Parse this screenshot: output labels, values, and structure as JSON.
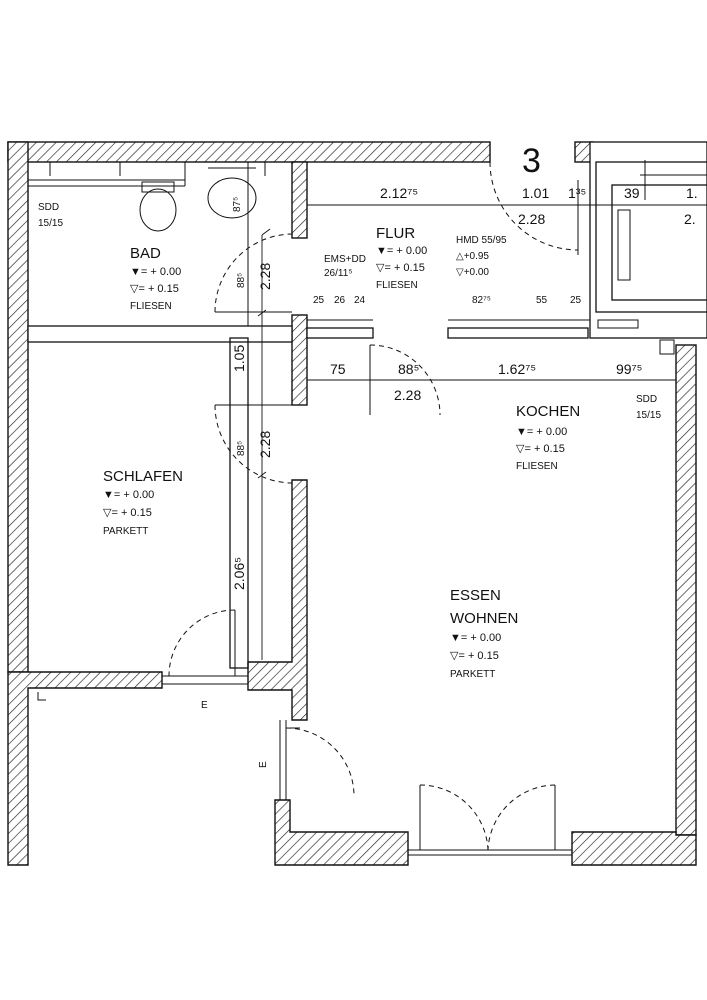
{
  "rooms": {
    "bad": {
      "name": "BAD",
      "line1": "▼= + 0.00",
      "line2": "▽= + 0.15",
      "floor": "FLIESEN"
    },
    "flur": {
      "name": "FLUR",
      "line1": "▼= + 0.00",
      "line2": "▽= + 0.15",
      "floor": "FLIESEN"
    },
    "kochen": {
      "name": "KOCHEN",
      "line1": "▼= + 0.00",
      "line2": "▽= + 0.15",
      "floor": "FLIESEN"
    },
    "schlafen": {
      "name": "SCHLAFEN",
      "line1": "▼= + 0.00",
      "line2": "▽= + 0.15",
      "floor": "PARKETT"
    },
    "essen": {
      "name1": "ESSEN",
      "name2": "WOHNEN",
      "line1": "▼= + 0.00",
      "line2": "▽= + 0.15",
      "floor": "PARKETT"
    }
  },
  "notes": {
    "sdd_left": {
      "a": "SDD",
      "b": "15/15"
    },
    "sdd_right": {
      "a": "SDD",
      "b": "15/15"
    },
    "ems": {
      "a": "EMS+DD",
      "b": "26/11⁵"
    },
    "hmd": {
      "a": "HMD 55/95",
      "b": "△+0.95",
      "c": "▽+0.00"
    },
    "e_bottom": "E",
    "e_side": "E",
    "stair": "3"
  },
  "dimensions": {
    "top_212": "2.12⁷⁵",
    "top_101": "1.01",
    "top_135": "1³⁵",
    "top_39": "39",
    "top_1": "1.",
    "top_228": "2.28",
    "top_2": "2.",
    "d_25a": "25",
    "d_26": "26",
    "d_24": "24",
    "d_82": "82⁷⁵",
    "d_55": "55",
    "d_25b": "25",
    "mid_75": "75",
    "mid_88": "88⁵",
    "mid_162": "1.62⁷⁵",
    "mid_99": "99⁷⁵",
    "mid_228": "2.28",
    "v_885a": "88⁵",
    "v_228a": "2.28",
    "v_105": "1.05",
    "v_885b": "88⁵",
    "v_228b": "2.28",
    "v_2065": "2.06⁵",
    "wc_87": "87⁵"
  }
}
